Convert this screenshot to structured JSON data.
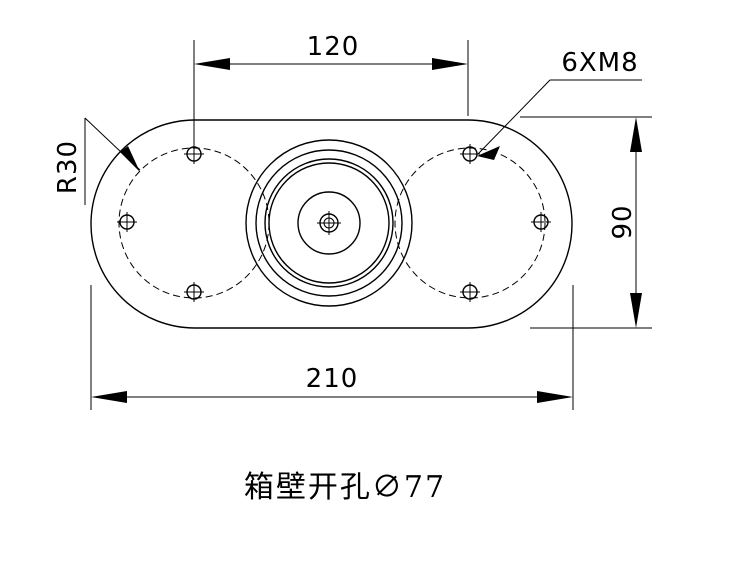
{
  "dimensions": {
    "hole_spacing": "120",
    "bolt_spec": "6XM8",
    "radius": "R30",
    "height": "90",
    "overall_length": "210"
  },
  "caption": "箱壁开孔∅77"
}
